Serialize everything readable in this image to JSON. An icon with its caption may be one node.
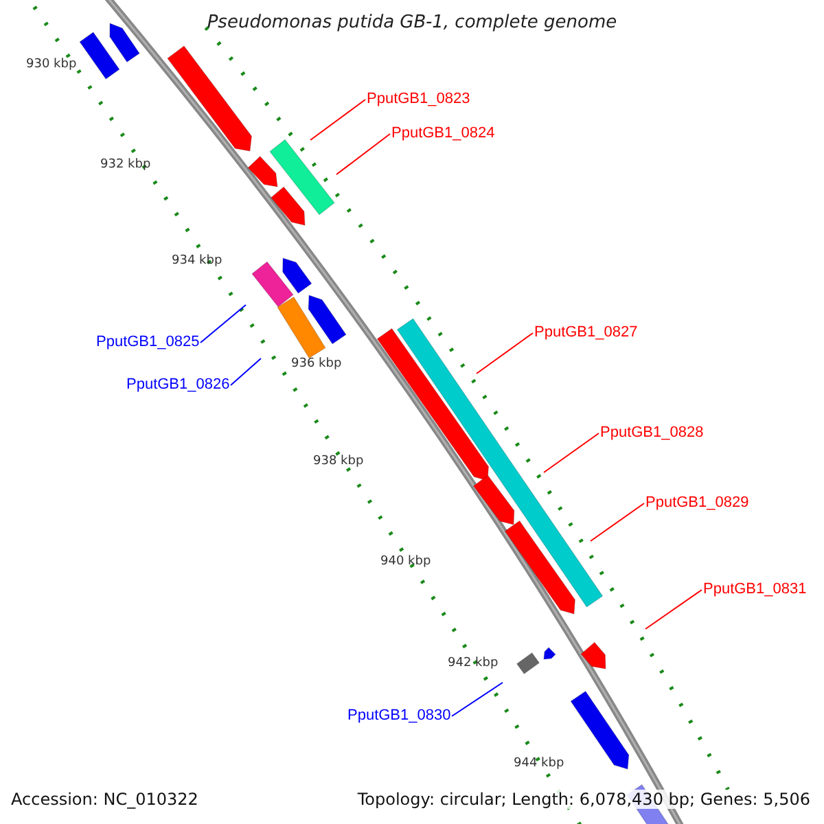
{
  "diagram": {
    "title": "Pseudomonas putida GB-1, complete genome",
    "nodes": [
      {
        "text": [
          "PputGB1_0823"
        ]
      },
      {
        "text": [
          "PputGB1_0824"
        ]
      },
      {
        "text": [
          "PputGB1_0827"
        ]
      },
      {
        "text": [
          "PputGB1_0825"
        ]
      },
      {
        "text": [
          "PputGB1_0826"
        ]
      },
      {
        "text": [
          "PputGB1_0828"
        ]
      },
      {
        "text": [
          "PputGB1_0829"
        ]
      },
      {
        "text": [
          "PputGB1_0831"
        ]
      },
      {
        "text": [
          "PputGB1_0830"
        ]
      }
    ],
    "edges": [
      {
        "from": 0,
        "to": null,
        "arrow": "none"
      },
      {
        "from": 1,
        "to": null,
        "arrow": "none"
      },
      {
        "from": 2,
        "to": null,
        "arrow": "none"
      },
      {
        "from": 3,
        "to": null,
        "arrow": "none",
        "color": "#0000ff"
      },
      {
        "from": 4,
        "to": null,
        "arrow": "none",
        "color": "#0000ff"
      },
      {
        "from": 5,
        "to": null,
        "arrow": "none"
      },
      {
        "from": 6,
        "to": null,
        "arrow": "none"
      },
      {
        "from": 7,
        "to": null,
        "arrow": "none"
      },
      {
        "from": 8,
        "to": null,
        "arrow": "none",
        "color": "#0000ff"
      }
    ],
    "labels": [
      "930 kbp",
      "932 kbp",
      "934 kbp",
      "936 kbp",
      "938 kbp",
      "940 kbp",
      "942 kbp",
      "944 kbp",
      "Accession: NC_010322",
      "Topology: circular; Length: 6,078,430 bp; Genes: 5,506"
    ]
  }
}
